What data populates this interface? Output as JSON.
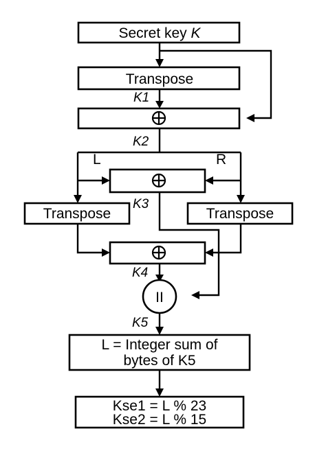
{
  "diagram": {
    "boxes": {
      "secret_key": "Secret key ",
      "secret_key_symbol": "K",
      "transpose_top": "Transpose",
      "transpose_left": "Transpose",
      "transpose_right": "Transpose",
      "integer_sum_line1": "L = Integer sum of",
      "integer_sum_line2": "bytes of K5",
      "kse_line1": "Kse1 = L % 23",
      "kse_line2": "Kse2 = L % 15",
      "concat_symbol": "II"
    },
    "labels": {
      "k1": "K1",
      "k2": "K2",
      "k3": "K3",
      "k4": "K4",
      "k5": "K5",
      "left": "L",
      "right": "R"
    }
  }
}
